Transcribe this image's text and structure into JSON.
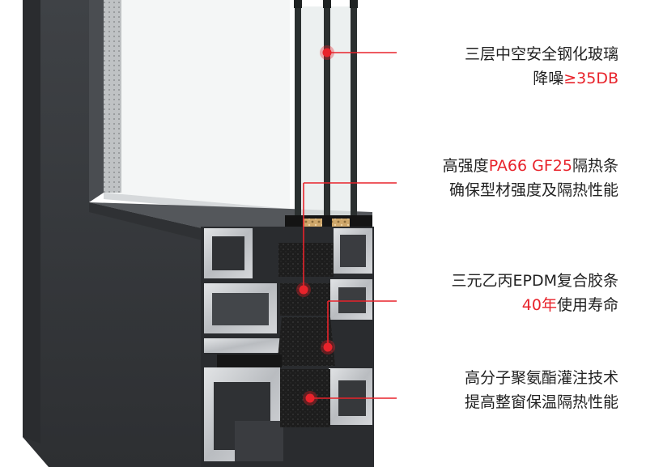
{
  "colors": {
    "accent_red": "#e8232b",
    "text": "#222222",
    "frame_dark": "#3b3d40",
    "aluminum": "#c9ccd0",
    "glass": "#f4f6f6",
    "insulation": "#151515",
    "foam": "#d9b57c"
  },
  "callouts": [
    {
      "id": "glass",
      "lines": [
        [
          {
            "text": "三层中空安全钢化玻璃",
            "red": false
          }
        ],
        [
          {
            "text": "降噪",
            "red": false
          },
          {
            "text": "≥35DB",
            "red": true
          }
        ]
      ]
    },
    {
      "id": "thermal-strip",
      "lines": [
        [
          {
            "text": "高强度",
            "red": false
          },
          {
            "text": "PA66 GF25",
            "red": true
          },
          {
            "text": "隔热条",
            "red": false
          }
        ],
        [
          {
            "text": "确保型材强度及隔热性能",
            "red": false
          }
        ]
      ]
    },
    {
      "id": "epdm-seal",
      "lines": [
        [
          {
            "text": "三元乙丙EPDM复合胶条",
            "red": false
          }
        ],
        [
          {
            "text": "40年",
            "red": true
          },
          {
            "text": "使用寿命",
            "red": false
          }
        ]
      ]
    },
    {
      "id": "polymer-foam",
      "lines": [
        [
          {
            "text": "高分子聚氨酯灌注技术",
            "red": false
          }
        ],
        [
          {
            "text": "提高整窗保温隔热性能",
            "red": false
          }
        ]
      ]
    }
  ]
}
